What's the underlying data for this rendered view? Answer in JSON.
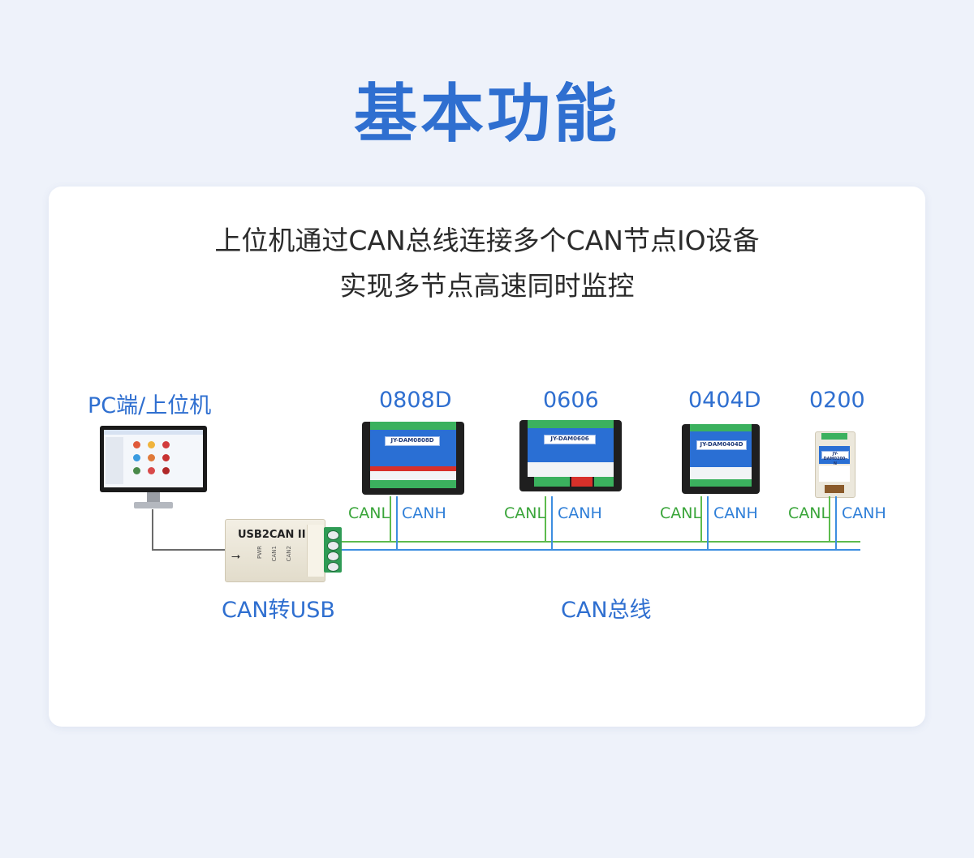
{
  "title": "基本功能",
  "subtitle": {
    "line1": "上位机通过CAN总线连接多个CAN节点IO设备",
    "line2": "实现多节点高速同时监控"
  },
  "pc_label": "PC端/上位机",
  "converter": {
    "device_text": "USB2CAN II",
    "led_labels": [
      "PWR",
      "CAN1",
      "CAN2"
    ],
    "caption": "CAN转USB"
  },
  "bus_caption": "CAN总线",
  "nodes": [
    {
      "name": "0808D",
      "device_text": "JY-DAM0808D",
      "canl": "CANL",
      "canh": "CANH"
    },
    {
      "name": "0606",
      "device_text": "JY-DAM0606",
      "canl": "CANL",
      "canh": "CANH"
    },
    {
      "name": "0404D",
      "device_text": "JY-DAM0404D",
      "canl": "CANL",
      "canh": "CANH"
    },
    {
      "name": "0200",
      "device_text": "JY-DAM0200-N",
      "canl": "CANL",
      "canh": "CANH"
    }
  ],
  "colors": {
    "accent": "#2f6fd0",
    "canl_wire": "#5dbb4d",
    "canh_wire": "#3d8ee0",
    "module_face": "#2a6fd4"
  },
  "icons": [
    "usb-icon"
  ]
}
